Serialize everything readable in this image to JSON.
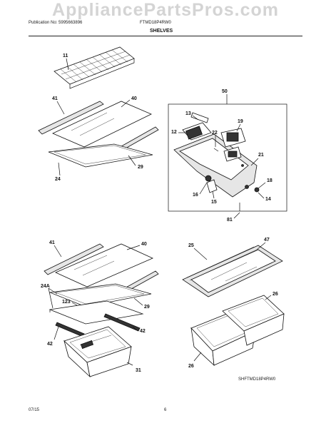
{
  "watermark": "AppliancePartsPros.com",
  "header": {
    "publication": "Publication No: 5995663896",
    "model": "FTMD18P4RW0",
    "section_title": "SHELVES"
  },
  "callouts": {
    "c11": "11",
    "c41a": "41",
    "c40a": "40",
    "c24": "24",
    "c29a": "29",
    "c50": "50",
    "c13": "13",
    "c12": "12",
    "c19": "19",
    "c22": "22",
    "c21": "21",
    "c18": "18",
    "c16": "16",
    "c15": "15",
    "c14": "14",
    "c81": "81",
    "c41b": "41",
    "c40b": "40",
    "c24a": "24A",
    "c123": "123",
    "c29b": "29",
    "c42a": "42",
    "c42b": "42",
    "c31": "31",
    "c25": "25",
    "c47": "47",
    "c26a": "26",
    "c26b": "26"
  },
  "diagram_code": "SHFTMD18P4RW0",
  "footer": {
    "date": "07/15",
    "page": "6"
  }
}
